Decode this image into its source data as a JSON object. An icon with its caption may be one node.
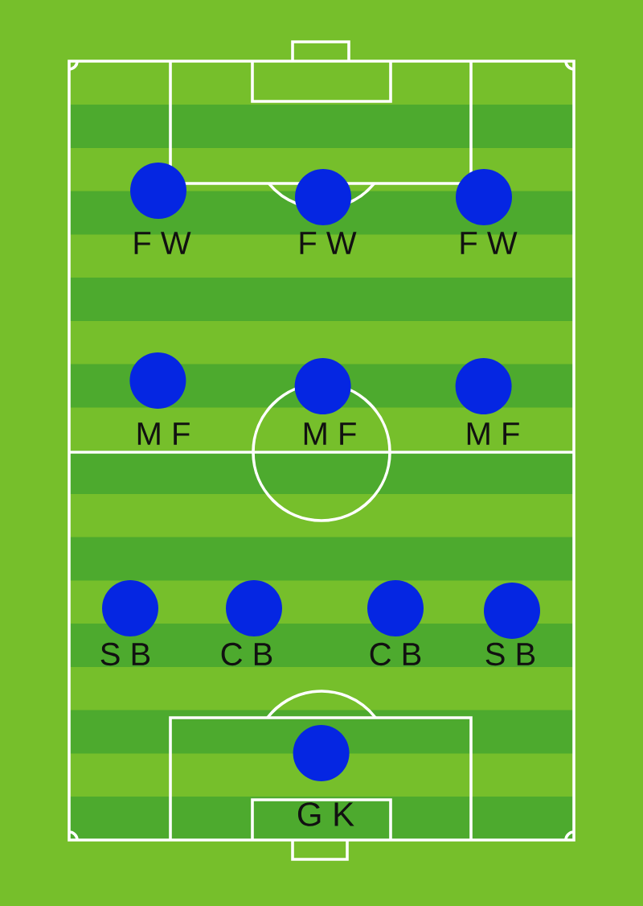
{
  "diagram": {
    "nodes": [
      {
        "text": [],
        "shape": "circle",
        "beside": [
          "F W"
        ]
      },
      {
        "text": [],
        "shape": "circle",
        "beside": [
          "F W"
        ]
      },
      {
        "text": [],
        "shape": "circle",
        "beside": [
          "F W"
        ]
      },
      {
        "text": [],
        "shape": "circle",
        "beside": [
          "M F"
        ]
      },
      {
        "text": [],
        "shape": "circle",
        "beside": [
          "M F"
        ]
      },
      {
        "text": [],
        "shape": "circle",
        "beside": [
          "M F"
        ]
      },
      {
        "text": [],
        "shape": "circle",
        "beside": [
          "S B"
        ]
      },
      {
        "text": [],
        "shape": "circle",
        "beside": [
          "C B"
        ]
      },
      {
        "text": [],
        "shape": "circle",
        "beside": [
          "C B"
        ]
      },
      {
        "text": [],
        "shape": "circle",
        "beside": [
          "S B"
        ]
      },
      {
        "text": [],
        "shape": "circle",
        "beside": [
          "G K"
        ]
      }
    ]
  }
}
